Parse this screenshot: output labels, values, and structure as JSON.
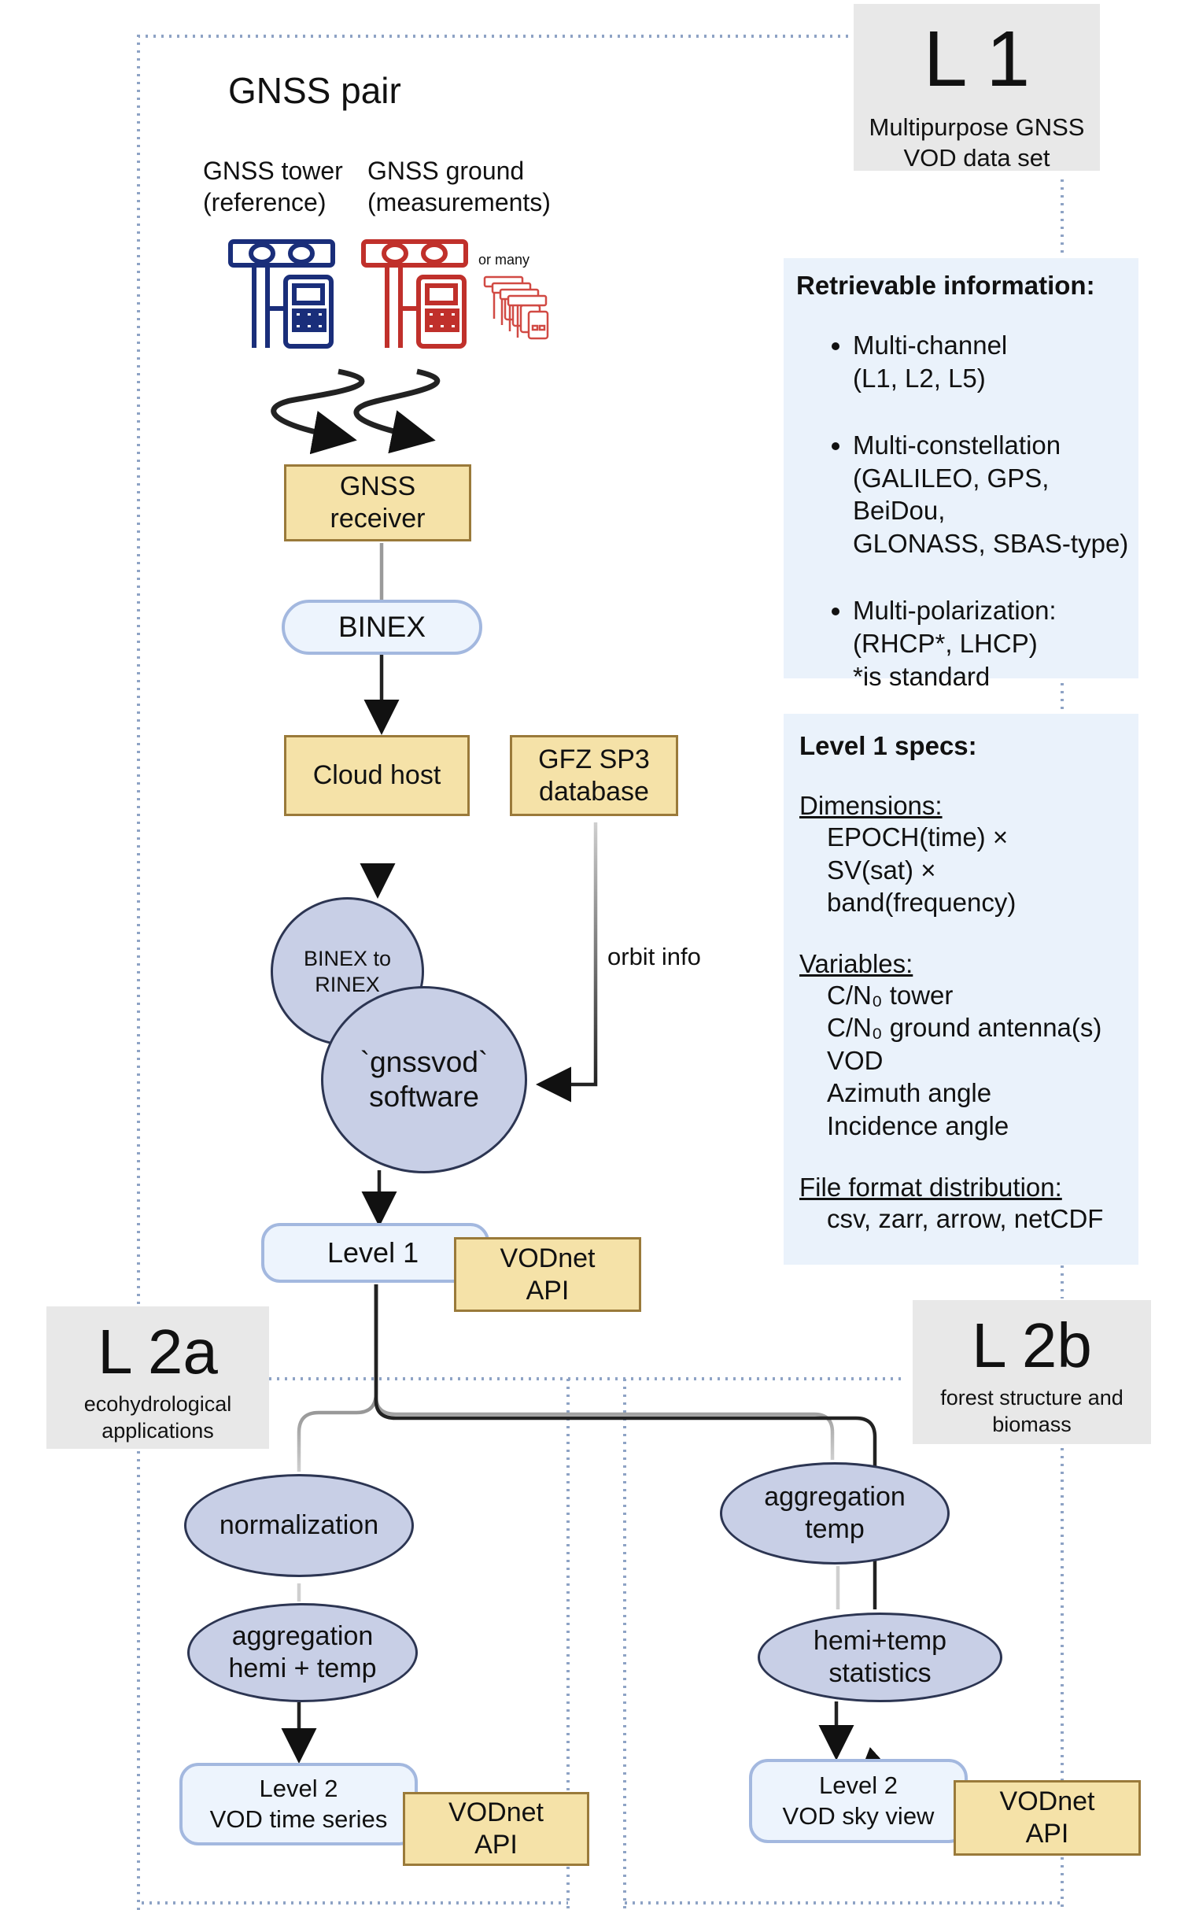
{
  "regions": {
    "l1": {
      "code": "L 1",
      "desc": "Multipurpose GNSS\nVOD data set"
    },
    "l2a": {
      "code": "L 2a",
      "desc": "ecohydrological\napplications"
    },
    "l2b": {
      "code": "L 2b",
      "desc": "forest structure and\nbiomass"
    }
  },
  "gnss_pair": {
    "title": "GNSS pair",
    "tower_label": "GNSS tower\n(reference)",
    "ground_label": "GNSS ground\n(measurements)",
    "many_label": "or many",
    "tower_color": "#1a2e7a",
    "ground_color": "#c0302b"
  },
  "nodes": {
    "receiver": "GNSS\nreceiver",
    "binex": "BINEX",
    "cloud_host": "Cloud host",
    "gfz": "GFZ SP3\ndatabase",
    "orbit_info": "orbit info",
    "binex_rinex": "BINEX to\nRINEX",
    "gnssvod": "`gnssvod`\nsoftware",
    "level1": "Level 1",
    "api_l1": "VODnet\nAPI",
    "normalization": "normalization",
    "agg_hemi_temp": "aggregation\nhemi + temp",
    "level2_ts": "Level 2\nVOD time series",
    "api_l2a": "VODnet\nAPI",
    "agg_temp": "aggregation\ntemp",
    "hemi_stats": "hemi+temp\nstatistics",
    "level2_sky": "Level 2\nVOD sky view",
    "api_l2b": "VODnet\nAPI"
  },
  "retrievable": {
    "title": "Retrievable information:",
    "items": [
      "Multi-channel\n(L1, L2, L5)",
      "Multi-constellation\n(GALILEO, GPS, BeiDou,\nGLONASS, SBAS-type)",
      "Multi-polarization:\n(RHCP*, LHCP)\n*is standard"
    ]
  },
  "specs": {
    "title": "Level 1 specs:",
    "dimensions_title": "Dimensions:",
    "dimensions": [
      "EPOCH(time) ×",
      "SV(sat) ×",
      "band(frequency)"
    ],
    "variables_title": "Variables:",
    "variables": [
      "C/N₀ tower",
      "C/N₀ ground antenna(s)",
      "VOD",
      "Azimuth angle",
      "Incidence angle"
    ],
    "format_title": "File format distribution:",
    "formats": "csv, zarr, arrow, netCDF"
  },
  "colors": {
    "tan_fill": "#f5e2a8",
    "tan_border": "#9a7a3a",
    "ellipse_fill": "#c8cfe6",
    "pill_border": "#a3b8df",
    "panel_fill": "#eaf2fb",
    "gray_box": "#e8e8e8",
    "dotted": "#8ea3c5"
  }
}
